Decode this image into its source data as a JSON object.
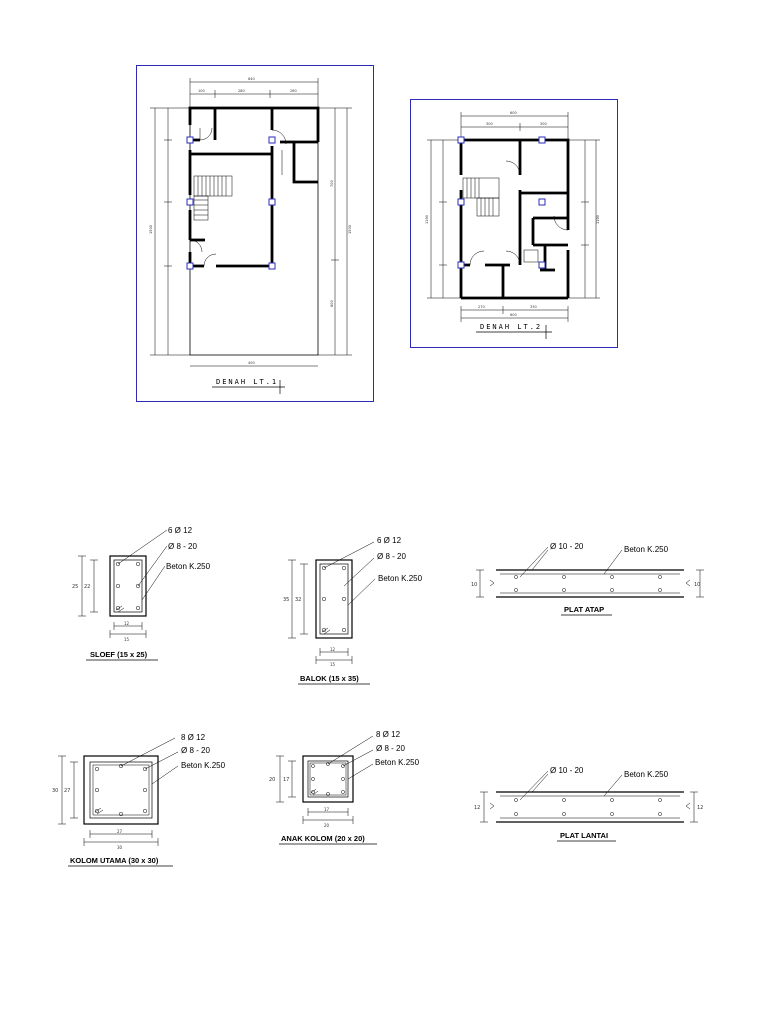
{
  "plans": {
    "lt1": {
      "title": "DENAH LT.1",
      "dims": {
        "top_total": "640",
        "top_left": "100",
        "top_mid": "280",
        "top_right": "260",
        "bottom": "400",
        "left_total": "1500",
        "right_total": "1500",
        "right_mid": "700",
        "right_low": "800"
      }
    },
    "lt2": {
      "title": "DENAH LT.2",
      "dims": {
        "top_total": "600",
        "top_left": "300",
        "top_right": "300",
        "bottom_left": "270",
        "bottom_mid": "330",
        "bottom_total": "600",
        "left_total": "1190",
        "right_total": "1190"
      }
    }
  },
  "details": [
    {
      "id": "sloef",
      "title": "SLOEF  (15 x 25)",
      "rebar": "6 Ø 12",
      "stirrup": "Ø 8 - 20",
      "concrete": "Beton K.250",
      "h_outer": "25",
      "h_inner": "22",
      "w_inner": "12",
      "w_outer": "15"
    },
    {
      "id": "balok",
      "title": "BALOK  (15 x 35)",
      "rebar": "6 Ø 12",
      "stirrup": "Ø 8 - 20",
      "concrete": "Beton K.250",
      "h_outer": "35",
      "h_inner": "32",
      "w_inner": "12",
      "w_outer": "15"
    },
    {
      "id": "plat-atap",
      "title": "PLAT ATAP",
      "stirrup": "Ø 10 - 20",
      "concrete": "Beton K.250",
      "thk_left": "10",
      "thk_right": "10"
    },
    {
      "id": "kolom-utama",
      "title": "KOLOM UTAMA  (30 x 30)",
      "rebar": "8 Ø 12",
      "stirrup": "Ø 8 - 20",
      "concrete": "Beton K.250",
      "h_outer": "30",
      "h_inner": "27",
      "w_inner": "27",
      "w_outer": "30"
    },
    {
      "id": "anak-kolom",
      "title": "ANAK KOLOM  (20 x 20)",
      "rebar": "8 Ø 12",
      "stirrup": "Ø 8 - 20",
      "concrete": "Beton K.250",
      "h_outer": "20",
      "h_inner": "17",
      "w_inner": "17",
      "w_outer": "20"
    },
    {
      "id": "plat-lantai",
      "title": "PLAT LANTAI",
      "stirrup": "Ø 10 - 20",
      "concrete": "Beton K.250",
      "thk_left": "12",
      "thk_right": "12"
    }
  ]
}
